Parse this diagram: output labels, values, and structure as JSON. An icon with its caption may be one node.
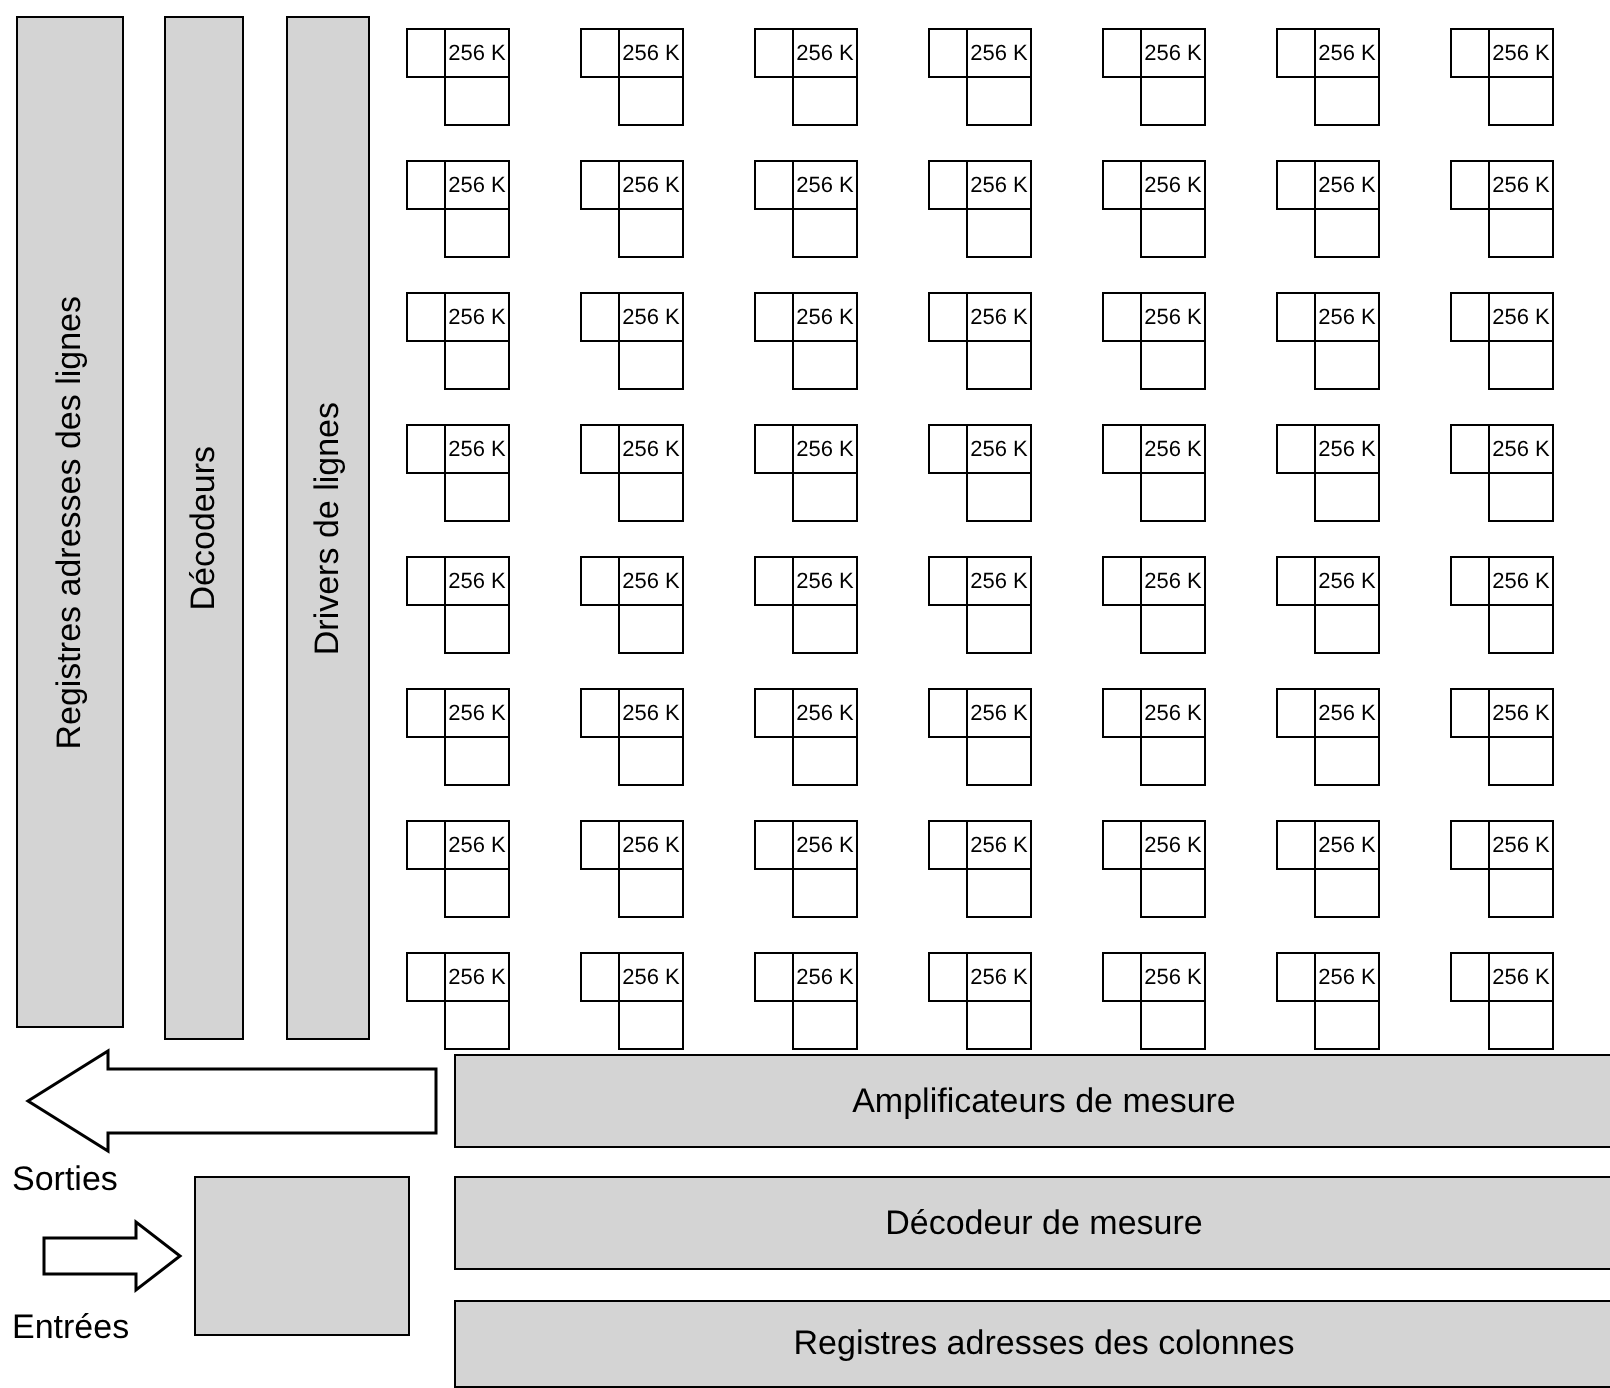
{
  "diagram": {
    "nodes": [
      {
        "text": [
          "Registres adresses des lignes"
        ]
      },
      {
        "text": [
          "Décodeurs"
        ]
      },
      {
        "text": [
          "Drivers de lignes"
        ]
      },
      {
        "text": [
          "256 K"
        ]
      },
      {
        "text": [
          "256 K"
        ]
      },
      {
        "text": [
          "256 K"
        ]
      },
      {
        "text": [
          "256 K"
        ]
      },
      {
        "text": [
          "256 K"
        ]
      },
      {
        "text": [
          "256 K"
        ]
      },
      {
        "text": [
          "256 K"
        ]
      },
      {
        "text": [
          "256 K"
        ]
      },
      {
        "text": [
          "256 K"
        ]
      },
      {
        "text": [
          "256 K"
        ]
      },
      {
        "text": [
          "256 K"
        ]
      },
      {
        "text": [
          "256 K"
        ]
      },
      {
        "text": [
          "256 K"
        ]
      },
      {
        "text": [
          "256 K"
        ]
      },
      {
        "text": [
          "256 K"
        ]
      },
      {
        "text": [
          "256 K"
        ]
      },
      {
        "text": [
          "256 K"
        ]
      },
      {
        "text": [
          "256 K"
        ]
      },
      {
        "text": [
          "256 K"
        ]
      },
      {
        "text": [
          "256 K"
        ]
      },
      {
        "text": [
          "256 K"
        ]
      },
      {
        "text": [
          "256 K"
        ]
      },
      {
        "text": [
          "256 K"
        ]
      },
      {
        "text": [
          "256 K"
        ]
      },
      {
        "text": [
          "256 K"
        ]
      },
      {
        "text": [
          "256 K"
        ]
      },
      {
        "text": [
          "256 K"
        ]
      },
      {
        "text": [
          "256 K"
        ]
      },
      {
        "text": [
          "256 K"
        ]
      },
      {
        "text": [
          "256 K"
        ]
      },
      {
        "text": [
          "256 K"
        ]
      },
      {
        "text": [
          "256 K"
        ]
      },
      {
        "text": [
          "256 K"
        ]
      },
      {
        "text": [
          "256 K"
        ]
      },
      {
        "text": [
          "256 K"
        ]
      },
      {
        "text": [
          "256 K"
        ]
      },
      {
        "text": [
          "256 K"
        ]
      },
      {
        "text": [
          "256 K"
        ]
      },
      {
        "text": [
          "256 K"
        ]
      },
      {
        "text": [
          "256 K"
        ]
      },
      {
        "text": [
          "256 K"
        ]
      },
      {
        "text": [
          "256 K"
        ]
      },
      {
        "text": [
          "256 K"
        ]
      },
      {
        "text": [
          "256 K"
        ]
      },
      {
        "text": [
          "256 K"
        ]
      },
      {
        "text": [
          "256 K"
        ]
      },
      {
        "text": [
          "256 K"
        ]
      },
      {
        "text": [
          "256 K"
        ]
      },
      {
        "text": [
          "256 K"
        ]
      },
      {
        "text": [
          "256 K"
        ]
      },
      {
        "text": [
          "256 K"
        ]
      },
      {
        "text": [
          "256 K"
        ]
      },
      {
        "text": [
          "256 K"
        ]
      },
      {
        "text": [
          "256 K"
        ]
      },
      {
        "text": [
          "256 K"
        ]
      },
      {
        "text": [
          "256 K"
        ]
      },
      {
        "text": [
          "Amplificateurs de mesure"
        ]
      },
      {
        "text": [
          "Sorties"
        ]
      },
      {
        "text": [],
        "shape": "box"
      },
      {
        "text": [
          "Décodeur de mesure"
        ]
      },
      {
        "text": [
          "Entrées"
        ]
      },
      {
        "text": [
          "Registres adresses des colonnes"
        ]
      }
    ],
    "edges": [
      {
        "from": 59,
        "to": 60,
        "arrow": "to"
      },
      {
        "from": 63,
        "to": 61,
        "arrow": "to"
      }
    ]
  }
}
